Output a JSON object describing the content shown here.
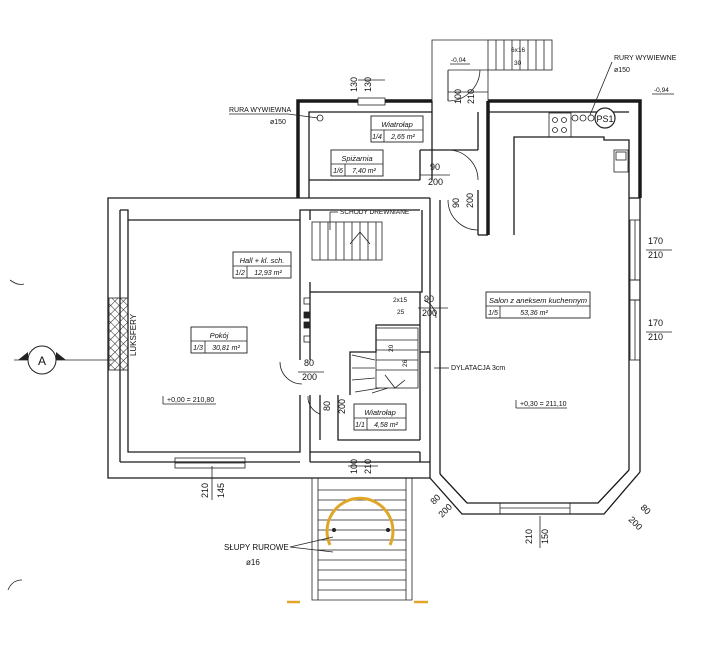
{
  "rooms": [
    {
      "name": "Wiatrołap",
      "id": "1/4",
      "area": "2,65 m²"
    },
    {
      "name": "Spiżarnia",
      "id": "1/6",
      "area": "7,40 m²"
    },
    {
      "name": "Hall + kl. sch.",
      "id": "1/2",
      "area": "12,93 m²"
    },
    {
      "name": "Pokój",
      "id": "1/3",
      "area": "30,81 m²"
    },
    {
      "name": "Wiatrołap",
      "id": "1/1",
      "area": "4,58 m²"
    },
    {
      "name": "Salon z aneksem kuchennym",
      "id": "1/5",
      "area": "53,36 m²"
    }
  ],
  "labels": {
    "rura_wywiewna": "RURA WYWIEWNA",
    "rura_dia": "ø150",
    "rury_wywiewne": "RURY WYWIEWNE",
    "rury_dia": "ø150",
    "schody_drewniane": "SCHODY DREWNIANE",
    "luksfery": "LUKSFERY",
    "dylatacja": "DYLATACJA 3cm",
    "slupy": "SŁUPY RUROWE",
    "slupy_dia": "ø16",
    "section_marker": "A",
    "ps1": "PS1",
    "level_main": "+0,00 = 210,80",
    "level_salon": "+0,30 = 211,10",
    "level_top_left": "-0,04",
    "level_top_right": "-0,94",
    "stairs_top": "6x16",
    "stairs_top_2": "30",
    "stairs_inner_1": "2x15",
    "stairs_inner_2": "25",
    "stairs_inner_3": "20",
    "stairs_inner_4": "26"
  },
  "dims": {
    "d130a": "130",
    "d130b": "130",
    "d100a": "100",
    "d210a": "210",
    "d90a": "90",
    "d200a": "200",
    "d90b": "90",
    "d200b": "200",
    "d170a": "170",
    "d210b": "210",
    "d170b": "170",
    "d210c": "210",
    "d90c": "90",
    "d200c": "200",
    "d80a": "80",
    "d200d": "200",
    "d80b": "80",
    "d200e": "200",
    "d100b": "100",
    "d210d": "210",
    "d210e": "210",
    "d145": "145",
    "d80c": "80",
    "d200f": "200",
    "d80d": "80",
    "d200g": "200",
    "d210f": "210",
    "d150": "150"
  },
  "colors": {
    "line": "#1a1a1a",
    "accent": "#e0a62a"
  }
}
